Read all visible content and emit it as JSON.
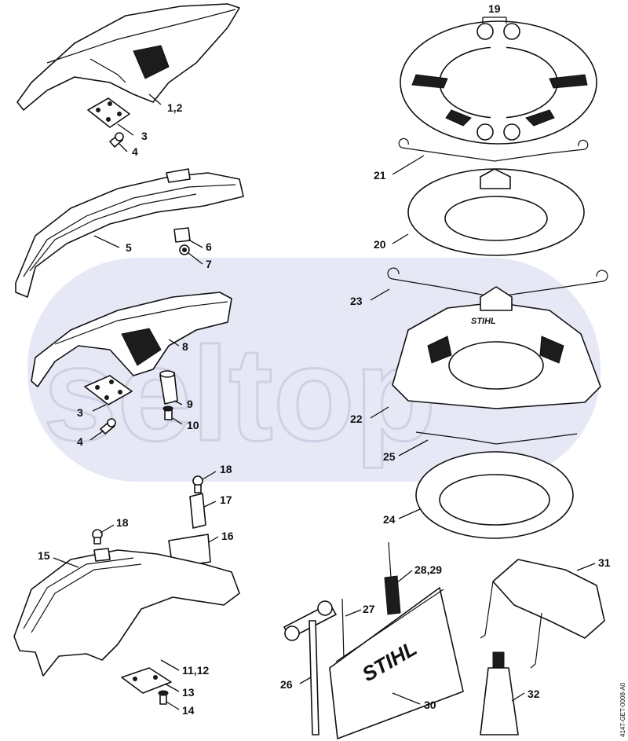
{
  "diagram": {
    "callouts": [
      "1,2",
      "3",
      "4",
      "5",
      "6",
      "7",
      "8",
      "3",
      "4",
      "9",
      "10",
      "18",
      "17",
      "18",
      "16",
      "15",
      "11,12",
      "13",
      "14",
      "19",
      "21",
      "20",
      "23",
      "22",
      "25",
      "24",
      "28,29",
      "27",
      "26",
      "30",
      "31",
      "32"
    ],
    "brand_text": "STIHL",
    "drawing_code": "4147-GET-0008-A0",
    "watermark": {
      "text": "seltop",
      "color": "#c8cbe0",
      "band_color": "#e7e8f6"
    }
  }
}
